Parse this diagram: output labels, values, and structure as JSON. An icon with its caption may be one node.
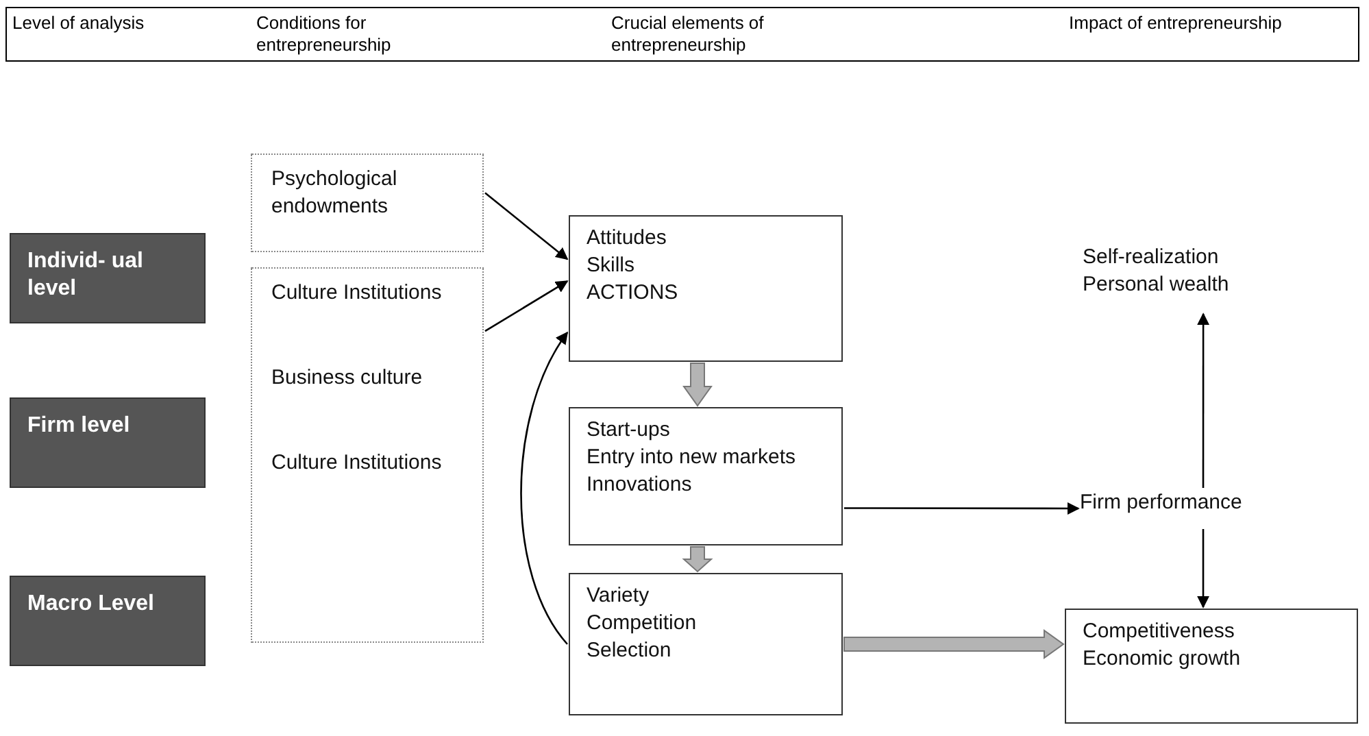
{
  "diagram": {
    "nodes": [
      {
        "text": [
          "Individ- ual level"
        ]
      },
      {
        "text": [
          "Firm level"
        ]
      },
      {
        "text": [
          "Macro Level"
        ]
      },
      {
        "text": [
          "Psychological endowments"
        ]
      },
      {
        "text": [
          "Culture Institutions",
          "Business culture",
          "Culture Institutions"
        ]
      },
      {
        "text": [
          "Attitudes",
          "Skills",
          "ACTIONS"
        ]
      },
      {
        "text": [
          "Start-ups",
          "Entry into new markets",
          "Innovations"
        ]
      },
      {
        "text": [
          "Variety",
          "Competition",
          "Selection"
        ]
      },
      {
        "text": [
          "Self-realization",
          "Personal wealth"
        ]
      },
      {
        "text": [
          "Firm performance"
        ]
      },
      {
        "text": [
          "Competitiveness",
          "Economic growth"
        ]
      }
    ],
    "edges": [
      {
        "from": 3,
        "to": 5,
        "arrow": "to"
      },
      {
        "from": 4,
        "to": 5,
        "arrow": "to"
      },
      {
        "from": 7,
        "to": 5,
        "arrow": "to"
      },
      {
        "from": 5,
        "to": 6,
        "arrow": "to",
        "style": "thick",
        "color": "#b4b4b4"
      },
      {
        "from": 6,
        "to": 7,
        "arrow": "to",
        "style": "thick",
        "color": "#b4b4b4"
      },
      {
        "from": 6,
        "to": 9,
        "arrow": "to"
      },
      {
        "from": 9,
        "to": 8,
        "arrow": "to"
      },
      {
        "from": 9,
        "to": 10,
        "arrow": "to"
      },
      {
        "from": 7,
        "to": 10,
        "arrow": "to",
        "style": "thick",
        "color": "#b4b4b4"
      }
    ],
    "labels": [
      "Level of analysis",
      "Conditions for entrepreneurship",
      "Crucial elements of entrepreneurship",
      "Impact of entrepreneurship"
    ]
  }
}
